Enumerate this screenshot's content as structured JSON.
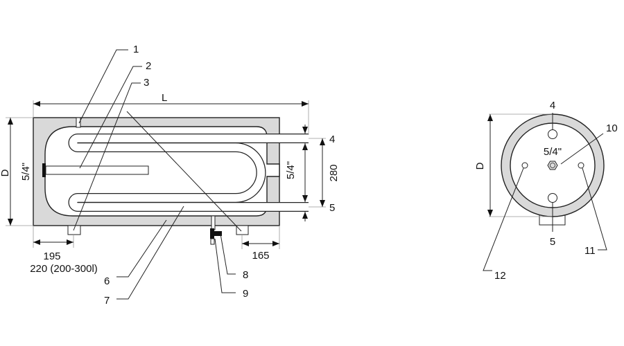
{
  "side_view": {
    "length_label": "L",
    "diameter_label": "D",
    "left_thread_label": "5/4\"",
    "right_thread_label": "5/4\"",
    "coil_spacing": "280",
    "left_foot_distance": "195",
    "left_foot_distance_alt": "220 (200-300l)",
    "right_foot_distance": "165",
    "callouts": [
      "1",
      "2",
      "3",
      "4",
      "5",
      "6",
      "7",
      "8",
      "9"
    ]
  },
  "front_view": {
    "diameter_label": "D",
    "thread_label": "5/4\"",
    "callouts": [
      "4",
      "5",
      "10",
      "11",
      "12"
    ]
  },
  "colors": {
    "insulation": "#d9d9d9",
    "line": "#222222"
  }
}
